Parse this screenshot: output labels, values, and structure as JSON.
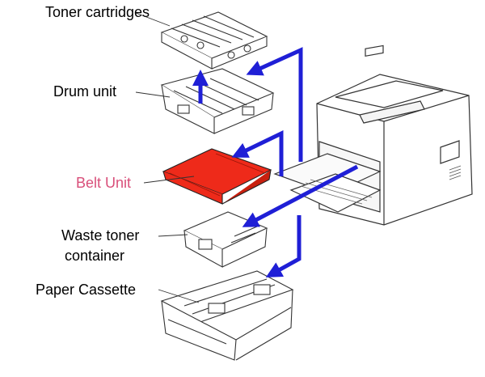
{
  "labels": {
    "toner": "Toner cartridges",
    "drum": "Drum unit",
    "belt": "Belt Unit",
    "waste_line1": "Waste toner",
    "waste_line2": "container",
    "paper": "Paper Cassette"
  },
  "colors": {
    "arrow": "#1f1fd6",
    "belt_fill": "#ee2a1a",
    "belt_label": "#d94f7a",
    "outline": "#333333"
  }
}
